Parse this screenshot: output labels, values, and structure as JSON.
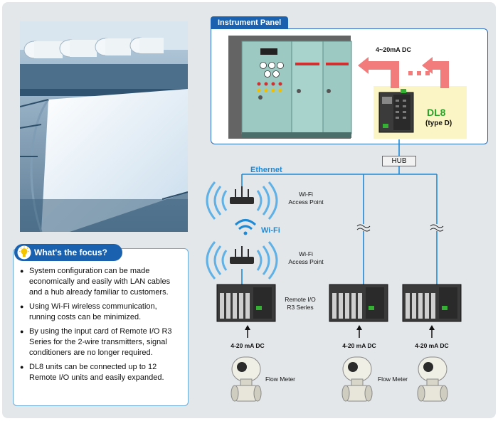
{
  "focus": {
    "title": "What's the focus?",
    "items": [
      "System configuration can be made economically and easily with LAN cables and a hub already familiar to customers.",
      "Using Wi-Fi wireless communication, running costs can be minimized.",
      "By using the input card of Remote I/O R3 Series for the 2-wire transmitters, signal conditioners are no longer required.",
      "DL8 units can be connected up to 12 Remote I/O units and easily expanded."
    ]
  },
  "diagram": {
    "panel_title": "Instrument Panel",
    "signal_out": "4~20mA DC",
    "dl8_name": "DL8",
    "dl8_type": "(type D)",
    "hub": "HUB",
    "ethernet": "Ethernet",
    "ap_top_1": "Wi-Fi",
    "ap_top_2": "Access Point",
    "wifi": "Wi-Fi",
    "ap_bottom_1": "Wi-Fi",
    "ap_bottom_2": "Access Point",
    "remote_io_1": "Remote I/O",
    "remote_io_2": "R3 Series",
    "signal_in_1": "4-20 mA DC",
    "signal_in_2": "4-20 mA DC",
    "signal_in_3": "4-20 mA DC",
    "flow_meter_1": "Flow Meter",
    "flow_meter_2": "Flow Meter"
  },
  "colors": {
    "accent_blue": "#1a62b0",
    "ethernet_blue": "#1e8ad6",
    "dl8_green": "#2aa22a",
    "arrow_red": "#f27c7c",
    "cabinet": "#9cc9c2"
  }
}
